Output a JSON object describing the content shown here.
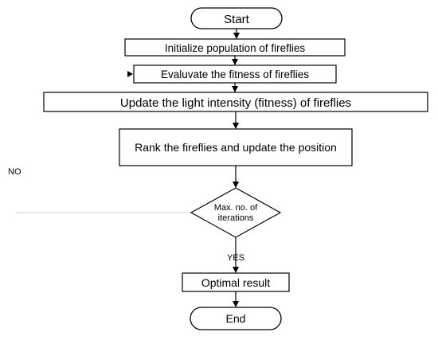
{
  "flowchart": {
    "nodes": {
      "start": "Start",
      "init": "Initialize population of fireflies",
      "evaluate": "Evaluvate the fitness of fireflies",
      "update": "Update the light intensity (fitness) of fireflies",
      "rank": "Rank the fireflies and update the position",
      "decision_line1": "Max. no. of",
      "decision_line2": "iterations",
      "optimal": "Optimal result",
      "end": "End"
    },
    "edge_labels": {
      "no": "NO",
      "yes": "YES"
    }
  }
}
